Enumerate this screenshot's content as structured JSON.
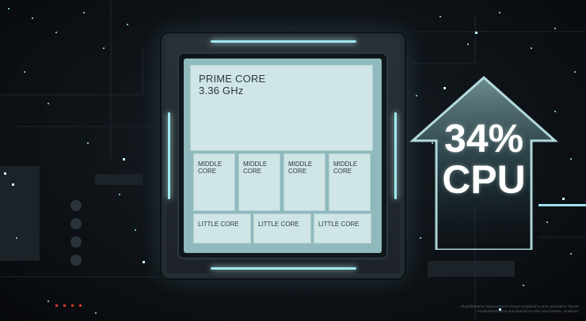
{
  "chip": {
    "prime": {
      "label": "PRIME CORE",
      "freq": "3.36 GHz"
    },
    "middle_cores": [
      "MIDDLE CORE",
      "MIDDLE CORE",
      "MIDDLE CORE",
      "MIDDLE CORE"
    ],
    "little_cores": [
      "LITTLE CORE",
      "LITTLE CORE",
      "LITTLE CORE"
    ]
  },
  "callout": {
    "percent": "34%",
    "label": "CPU",
    "arrow_icon": "up-arrow-icon"
  },
  "footnote": {
    "line1": "All performance improvements shown compared to prior generation chipset.",
    "line2": "Actual performance and depend on user environment, conditions."
  },
  "colors": {
    "glow": "#9fe9ef",
    "die": "#d0e5e6",
    "background": "#0b0e12"
  }
}
